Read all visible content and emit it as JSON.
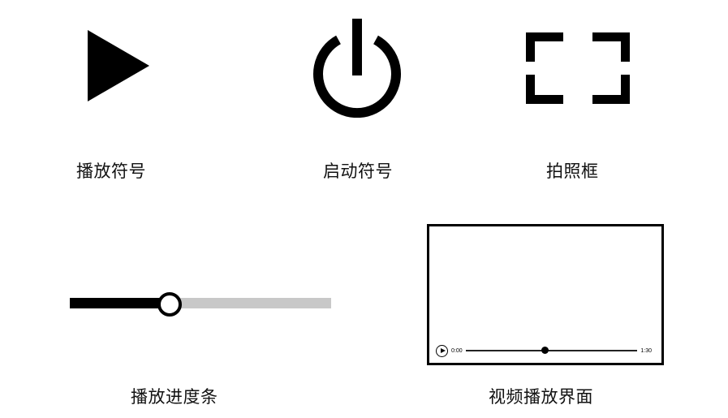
{
  "symbols": [
    {
      "id": "play",
      "label": "播放符号",
      "icon": "play-triangle-icon"
    },
    {
      "id": "power",
      "label": "启动符号",
      "icon": "power-icon"
    },
    {
      "id": "frame",
      "label": "拍照框",
      "icon": "camera-frame-icon"
    }
  ],
  "progress_bar": {
    "label": "播放进度条",
    "fill_color": "#000000",
    "track_color": "#c8c8c8",
    "knob_fill": "#ffffff",
    "progress_percent": 38
  },
  "video_player": {
    "label": "视频播放界面",
    "current_time": "0:00",
    "total_time": "1:30",
    "play_icon": "play-circle-icon",
    "progress_percent": 44
  }
}
